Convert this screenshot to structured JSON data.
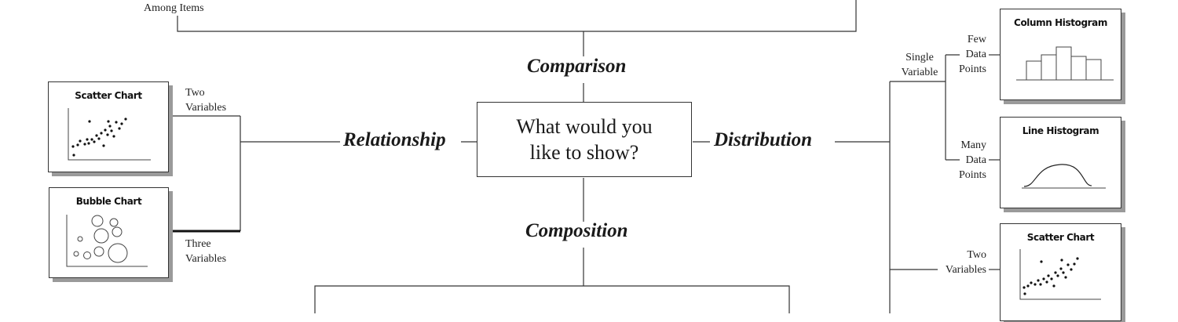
{
  "central": {
    "question_line1": "What would you",
    "question_line2": "like to show?"
  },
  "branches": {
    "comparison": "Comparison",
    "relationship": "Relationship",
    "distribution": "Distribution",
    "composition": "Composition"
  },
  "labels": {
    "among_items": "Among Items",
    "rel_two_variables_l1": "Two",
    "rel_two_variables_l2": "Variables",
    "rel_three_variables_l1": "Three",
    "rel_three_variables_l2": "Variables",
    "single_variable_l1": "Single",
    "single_variable_l2": "Variable",
    "few_data_points_l1": "Few",
    "few_data_points_l2": "Data",
    "few_data_points_l3": "Points",
    "many_data_points_l1": "Many",
    "many_data_points_l2": "Data",
    "many_data_points_l3": "Points",
    "dist_two_variables_l1": "Two",
    "dist_two_variables_l2": "Variables"
  },
  "cards": {
    "scatter_left": {
      "title": "Scatter Chart"
    },
    "bubble": {
      "title": "Bubble Chart"
    },
    "column_histogram": {
      "title": "Column Histogram"
    },
    "line_histogram": {
      "title": "Line Histogram"
    },
    "scatter_right": {
      "title": "Scatter Chart"
    }
  },
  "colors": {
    "line": "#333333",
    "shadow": "#9a9a9a",
    "text": "#1a1a1a"
  }
}
